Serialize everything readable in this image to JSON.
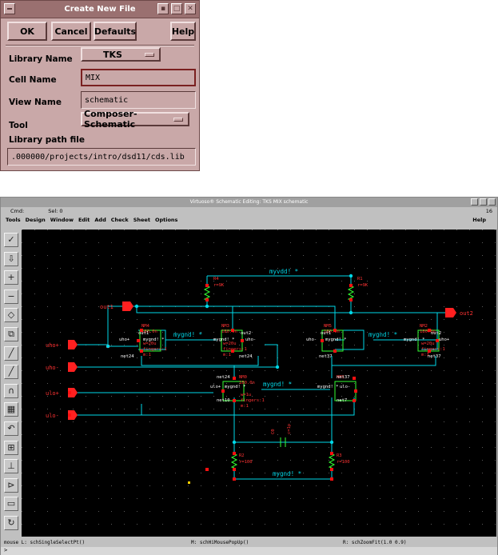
{
  "dialog": {
    "title": "Create New File",
    "buttons": {
      "ok": "OK",
      "cancel": "Cancel",
      "defaults": "Defaults",
      "help": "Help"
    },
    "library_name": {
      "label": "Library Name",
      "value": "TKS"
    },
    "cell_name": {
      "label": "Cell Name",
      "value": "MIX"
    },
    "view_name": {
      "label": "View Name",
      "value": "schematic"
    },
    "tool": {
      "label": "Tool",
      "value": "Composer-Schematic"
    },
    "library_path": {
      "label": "Library path file",
      "value": ".000000/projects/intro/dsd11/cds.lib"
    }
  },
  "schematic_window": {
    "title": "Virtuoso® Schematic Editing: TKS MIX schematic",
    "status": {
      "cmd": "Cmd:",
      "sel": "Sel: 0",
      "number": "16"
    },
    "menu": [
      "Tools",
      "Design",
      "Window",
      "Edit",
      "Add",
      "Check",
      "Sheet",
      "Options"
    ],
    "help": "Help",
    "footer": {
      "mouse_l": "mouse L: schSingleSelectPt()",
      "mouse_m": "M: schHiMousePopUp()",
      "mouse_r": "R: schZoomFit(1.0 0.9)",
      "prompt": ">"
    },
    "tools": [
      "check-and-save-icon",
      "save-icon",
      "zoom-in-icon",
      "zoom-out-icon",
      "stretch-icon",
      "copy-icon",
      "wire-icon",
      "wire-wide-icon",
      "label-icon",
      "delete-icon",
      "undo-icon",
      "property-icon",
      "instance-icon",
      "pin-icon",
      "command-options-icon",
      "repeat-icon"
    ],
    "schematic": {
      "nets": {
        "myvdd": "myvdd! *",
        "mygnd_left": "mygnd! *",
        "mygnd_right": "mygnd! *",
        "mygnd_mid": "mygnd! *",
        "mygnd_bottom": "mygnd! *"
      },
      "pins": {
        "out1": "out1",
        "out2": "out2",
        "uho_plus": "uho+",
        "uho_minus": "uho-",
        "ulo_plus": "ulo+",
        "ulo_minus": "ulo-"
      },
      "resistors": [
        {
          "name": "R4",
          "value": "r=9K"
        },
        {
          "name": "R1",
          "value": "r=9K"
        },
        {
          "name": "R2",
          "value": "r=100"
        },
        {
          "name": "R3",
          "value": "r=100"
        }
      ],
      "transistors": [
        {
          "name": "NM4",
          "length": "180.0n",
          "width": "w=20u",
          "fingers": "fingers:1",
          "m": "m:1",
          "d": "out1",
          "g": "uho+",
          "s": "net24",
          "b": "mygnd! *"
        },
        {
          "name": "NM3",
          "length": "180.0n",
          "width": "w=20u",
          "fingers": "fingers:1",
          "m": "m:1",
          "d": "out2",
          "g": "uho-",
          "s": "net24",
          "b": "mygnd! *"
        },
        {
          "name": "NM5",
          "length": "180.0n",
          "width": "",
          "fingers": "",
          "m": "",
          "d": "out1",
          "g": "uho-",
          "s": "net37",
          "b": "mygnd! *"
        },
        {
          "name": "NM2",
          "length": "180.0n",
          "width": "w=20u",
          "fingers": "fingers:1",
          "m": "m:1",
          "d": "out2",
          "g": "uho+",
          "s": "net37",
          "b": "mygnd! *"
        },
        {
          "name": "NM0",
          "length": "180.0n",
          "width": "w=1u",
          "fingers": "fingers:1",
          "m": "m:1",
          "d": "net24",
          "g": "ulo+",
          "s": "net10",
          "b": "mygnd! *"
        },
        {
          "name": "NM1",
          "length": "",
          "width": "",
          "fingers": "",
          "m": "",
          "d": "net37",
          "g": "ulo-",
          "s": "net7",
          "b": "mygnd! *"
        }
      ],
      "capacitor": {
        "name": "C0",
        "value": "c=1p"
      }
    }
  },
  "colors": {
    "dialog_bg": "#c9a8a8",
    "canvas_bg": "#000000",
    "wire": "#00d8e8",
    "device": "#33ff33",
    "dot": "#ff0000",
    "label": "#ff3333"
  }
}
